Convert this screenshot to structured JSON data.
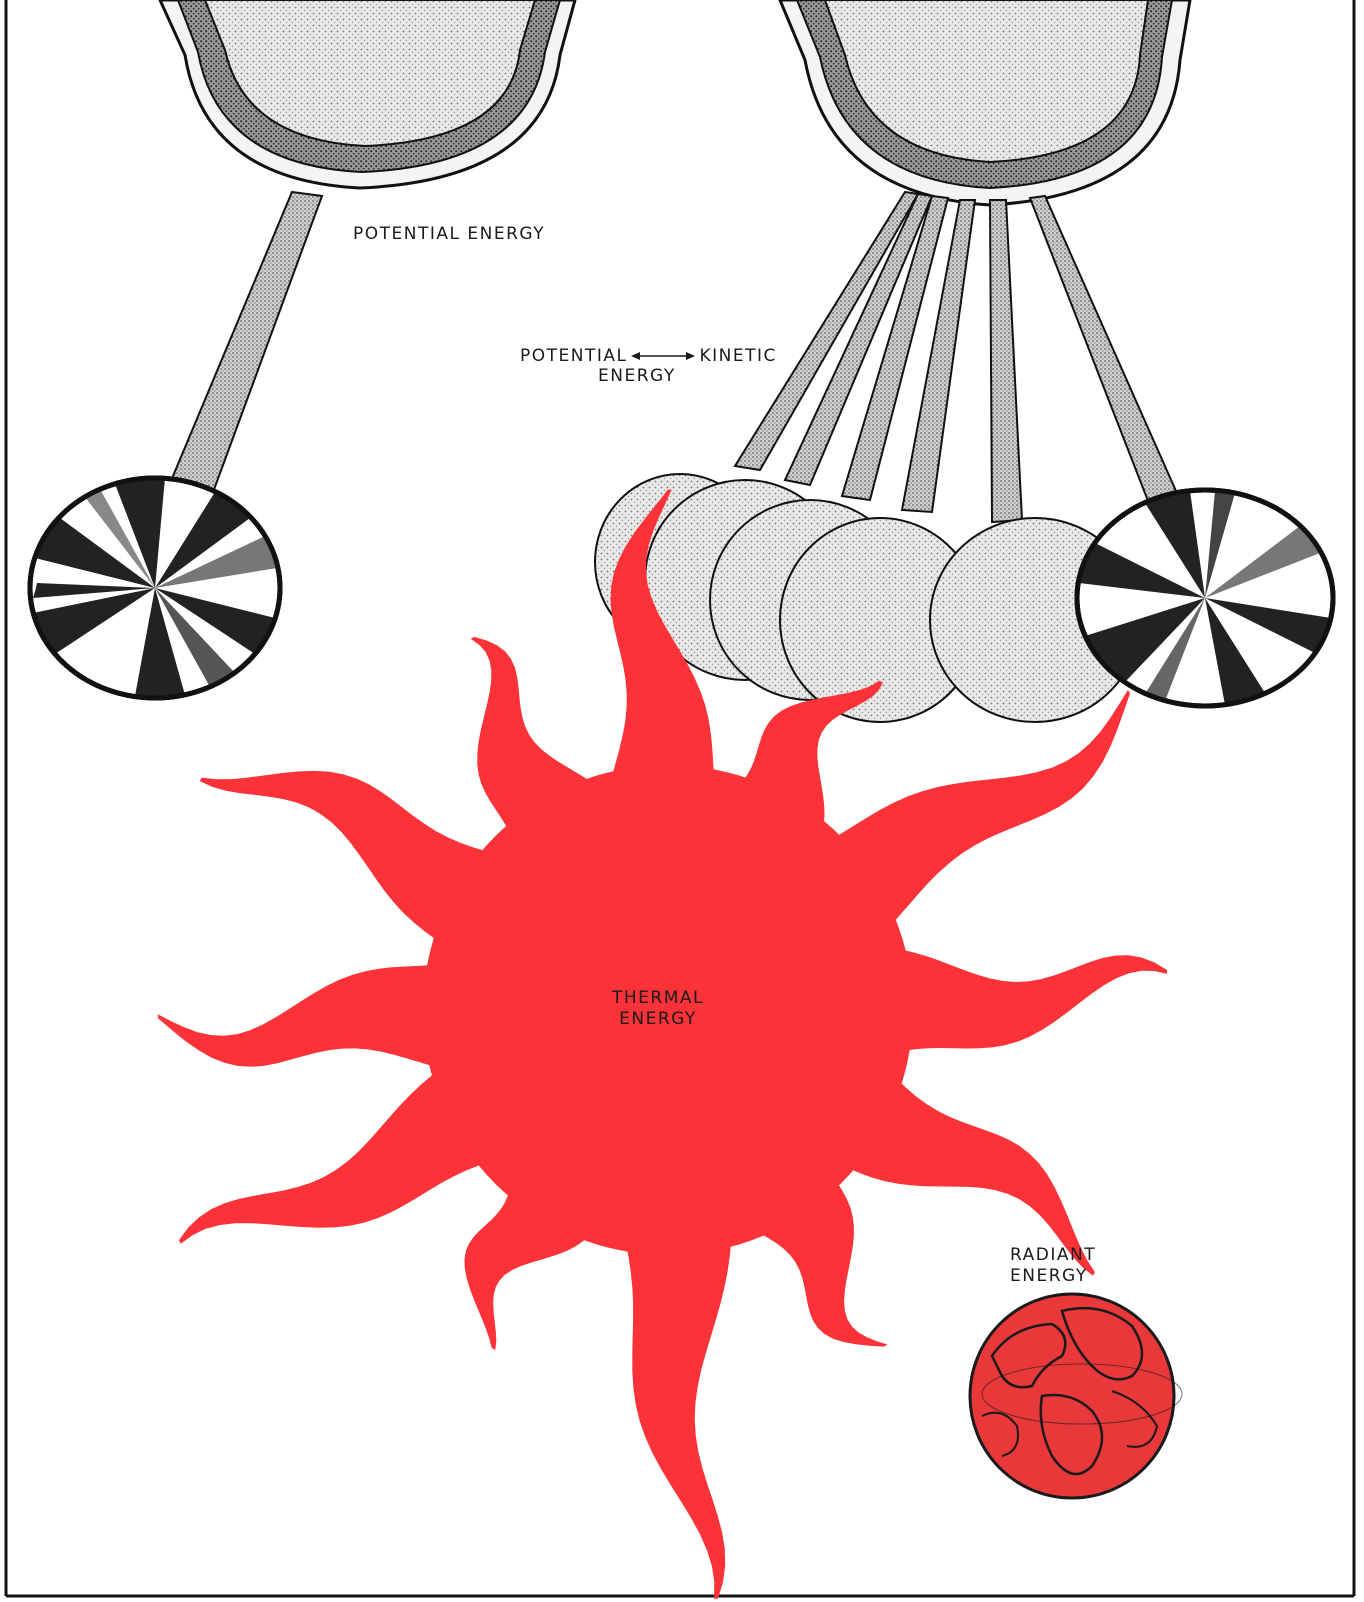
{
  "labels": {
    "potential_energy": "POTENTIAL ENERGY",
    "pk_left": "POTENTIAL",
    "pk_right": "KINETIC",
    "pk_energy": "ENERGY",
    "thermal_line1": "THERMAL",
    "thermal_line2": "ENERGY",
    "radiant_line1": "RADIANT",
    "radiant_line2": "ENERGY"
  },
  "colors": {
    "sun": "#fb3237",
    "earth": "#e8383a",
    "ink": "#1a1a1a",
    "stipple": "#b9b9b9",
    "stipple_dark": "#555555"
  },
  "icons": {
    "arrow": "double-headed-arrow-icon"
  }
}
